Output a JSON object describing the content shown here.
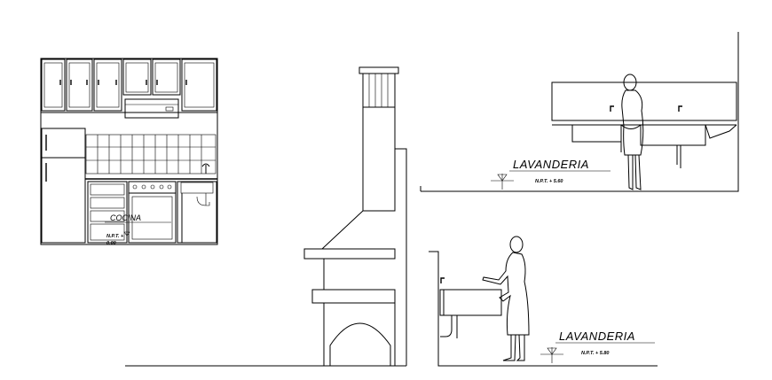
{
  "kitchen": {
    "label": "COCINA",
    "level_label": "N.P.T. +",
    "level_value": "0.00"
  },
  "laundry_upper": {
    "label": "LAVANDERIA",
    "level_label": "N.P.T. + 5.60"
  },
  "laundry_lower": {
    "label": "LAVANDERIA",
    "level_label": "N.P.T. + 5.80"
  }
}
